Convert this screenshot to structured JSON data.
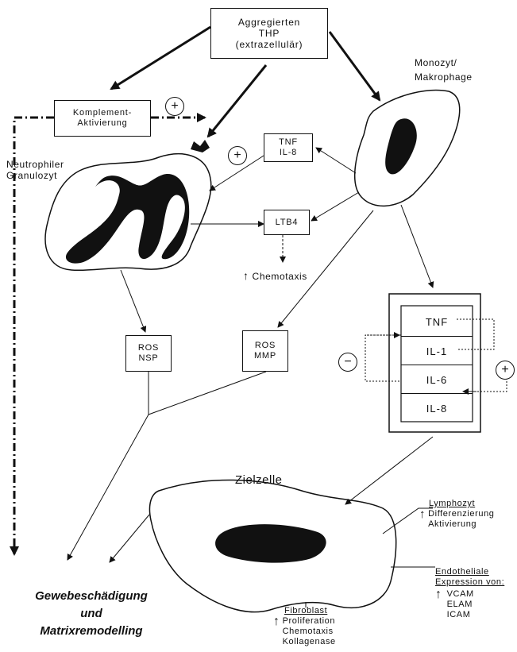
{
  "thp_box": {
    "line1": "Aggregierten",
    "line2": "THP",
    "line3": "(extrazellulär)"
  },
  "complement_box": {
    "line1": "Komplement-",
    "line2": "Aktivierung"
  },
  "tnf_il8_box": {
    "line1": "TNF",
    "line2": "IL-8"
  },
  "ltb4_box": {
    "label": "LTB4"
  },
  "ros_nsp_box": {
    "line1": "ROS",
    "line2": "NSP"
  },
  "ros_mmp_box": {
    "line1": "ROS",
    "line2": "MMP"
  },
  "cytokines": {
    "items": [
      "TNF",
      "IL-1",
      "IL-6",
      "IL-8"
    ]
  },
  "signs": {
    "plus": "+",
    "minus": "−"
  },
  "monocyte": {
    "line1": "Monozyt/",
    "line2": "Makrophage"
  },
  "neutrophil": {
    "line1": "Neutrophiler",
    "line2": "Granulozyt"
  },
  "chemotaxis": {
    "arrow": "↑",
    "label": "Chemotaxis"
  },
  "target_cell": {
    "label": "Zielzelle"
  },
  "lymphocyte": {
    "title": "Lymphozyt",
    "arrow": "↑",
    "line1": "Differenzierung",
    "line2": "Aktivierung"
  },
  "endothelial": {
    "title1": "Endotheliale",
    "title2": "Expression von:",
    "arrow": "↑",
    "items": [
      "VCAM",
      "ELAM",
      "ICAM"
    ]
  },
  "fibroblast": {
    "title": "Fibroblast",
    "arrow": "↑",
    "items": [
      "Proliferation",
      "Chemotaxis",
      "Kollagenase"
    ]
  },
  "outcome": {
    "line1": "Gewebeschädigung",
    "line2": "und",
    "line3": "Matrixremodelling"
  }
}
